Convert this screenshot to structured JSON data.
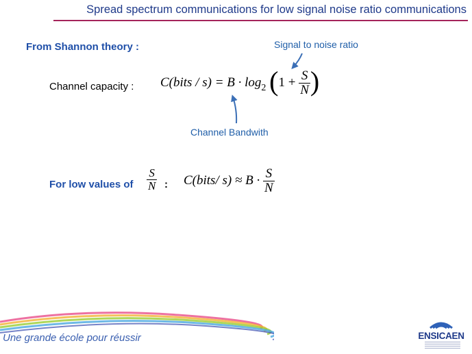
{
  "slide": {
    "title": "Spread spectrum communications for low signal noise ratio communications",
    "accent_color": "#a4235a",
    "heading_color": "#1f4fa8"
  },
  "section": {
    "heading": "From Shannon theory :",
    "channel_label": "Channel capacity :",
    "signal_to_noise_label": "Signal to noise ratio",
    "bandwidth_label": "Channel Bandwith",
    "low_values_label": "For low values of",
    "colon": ":"
  },
  "formula1": {
    "lhs": "C(bits / s) = B · log",
    "subscript": "2",
    "one_plus": "1 +",
    "num": "S",
    "den": "N"
  },
  "formula_snr": {
    "num": "S",
    "den": "N"
  },
  "formula2": {
    "lhs": "C(bits/ s) ≈ B ·",
    "num": "S",
    "den": "N"
  },
  "footer": {
    "tagline": "Une grande école pour réussir",
    "logo_text": "ENSICAEN",
    "logo_icon": "ensicaen-logo-icon"
  }
}
